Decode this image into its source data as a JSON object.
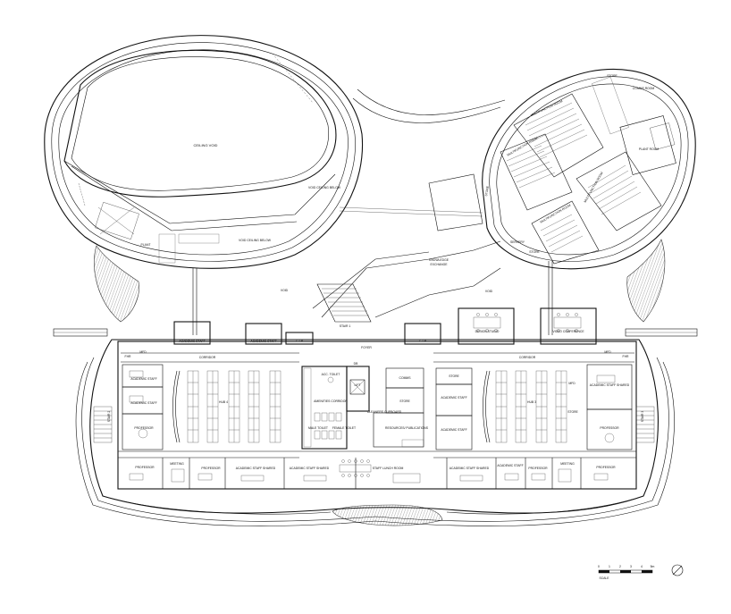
{
  "labels": {
    "ceiling_void": "CEILING VOID",
    "void_ceiling_below_1": "VOID CEILING BELOW",
    "void_ceiling_below_2": "VOID CEILING BELOW",
    "plant_left": "PLANT",
    "store_top": "STORE",
    "comms_room_top": "COMMS ROOM",
    "multifunction_room_1": "MULTIFUNCTION ROOM",
    "multifunction_room_2": "MULTIFUNCTION ROOM",
    "multifunction_room_3": "MULTIFUNCTION ROOM",
    "multifunction_room_4": "MULTIFUNCTION ROOM",
    "plant_room": "PLANT ROOM",
    "store_left": "STORE",
    "servery": "SERVERY",
    "store_small": "STORE",
    "knowledge_exchange_1": "KNOWLEDGE",
    "knowledge_exchange_2": "EXCHANGE",
    "void_left": "VOID",
    "void_right": "VOID",
    "stair_1": "STAIR 1",
    "academic_staff_top_1": "ACADEMIC STAFF",
    "academic_staff_top_2": "ACADEMIC STAFF",
    "zta_1": "Z.T.A",
    "zta_2": "Z.T.A",
    "design_studio": "DESIGN STUDIO",
    "video_conference": "VIDEO CONFERENCE",
    "foyer": "FOYER",
    "corridor_left": "CORRIDOR",
    "corridor_right": "CORRIDOR",
    "mfd_left": "MFD",
    "mfd_right": "MFD",
    "fhr_left": "FHR",
    "fhr_right": "FHR",
    "academic_staff_l1": "ACADEMIC STAFF",
    "academic_staff_l2": "ACADEMIC STAFF",
    "professor_l1": "PROFESSOR",
    "hub_4": "HUB 4",
    "hub_3": "HUB 3",
    "acc_toilet": "ACC. TOILET",
    "amenities_corridor": "AMENITIES CORRIDOR",
    "female_toilet": "FEMALE TOILET",
    "male_toilet": "MALE TOILET",
    "db": "DB",
    "lift": "LIFT",
    "comms": "COMMS",
    "store_mid": "STORE",
    "cleaners_cupboard": "CLEANERS CUPBOARD",
    "resources_publications": "RESOURCES/ PUBLICATIONS",
    "store_r": "STORE",
    "academic_staff_r1": "ACADEMIC STAFF",
    "academic_staff_r2": "ACADEMIC STAFF",
    "academic_staff_shared_r": "ACADEMIC STAFF SHARED",
    "store_r2": "STORE",
    "professor_r1": "PROFESSOR",
    "stair_2": "STAIR 2",
    "stair_3": "STAIR 3",
    "professor_b1": "PROFESSOR",
    "meeting_left": "MEETING",
    "professor_b2": "PROFESSOR",
    "academic_staff_shared_b1": "ACADEMIC STAFF SHARED",
    "academic_staff_shared_b2": "ACADEMIC STAFF SHARED",
    "staff_lunch_room": "STAFF LUNCH ROOM",
    "academic_staff_shared_b3": "ACADEMIC STAFF SHARED",
    "academic_staff_b4": "ACADEMIC STAFF",
    "professor_b3": "PROFESSOR",
    "meeting_right": "MEETING",
    "professor_b4": "PROFESSOR",
    "scale": "SCALE",
    "scale_ticks": [
      "0",
      "1",
      "2",
      "3",
      "4",
      "5m"
    ]
  }
}
